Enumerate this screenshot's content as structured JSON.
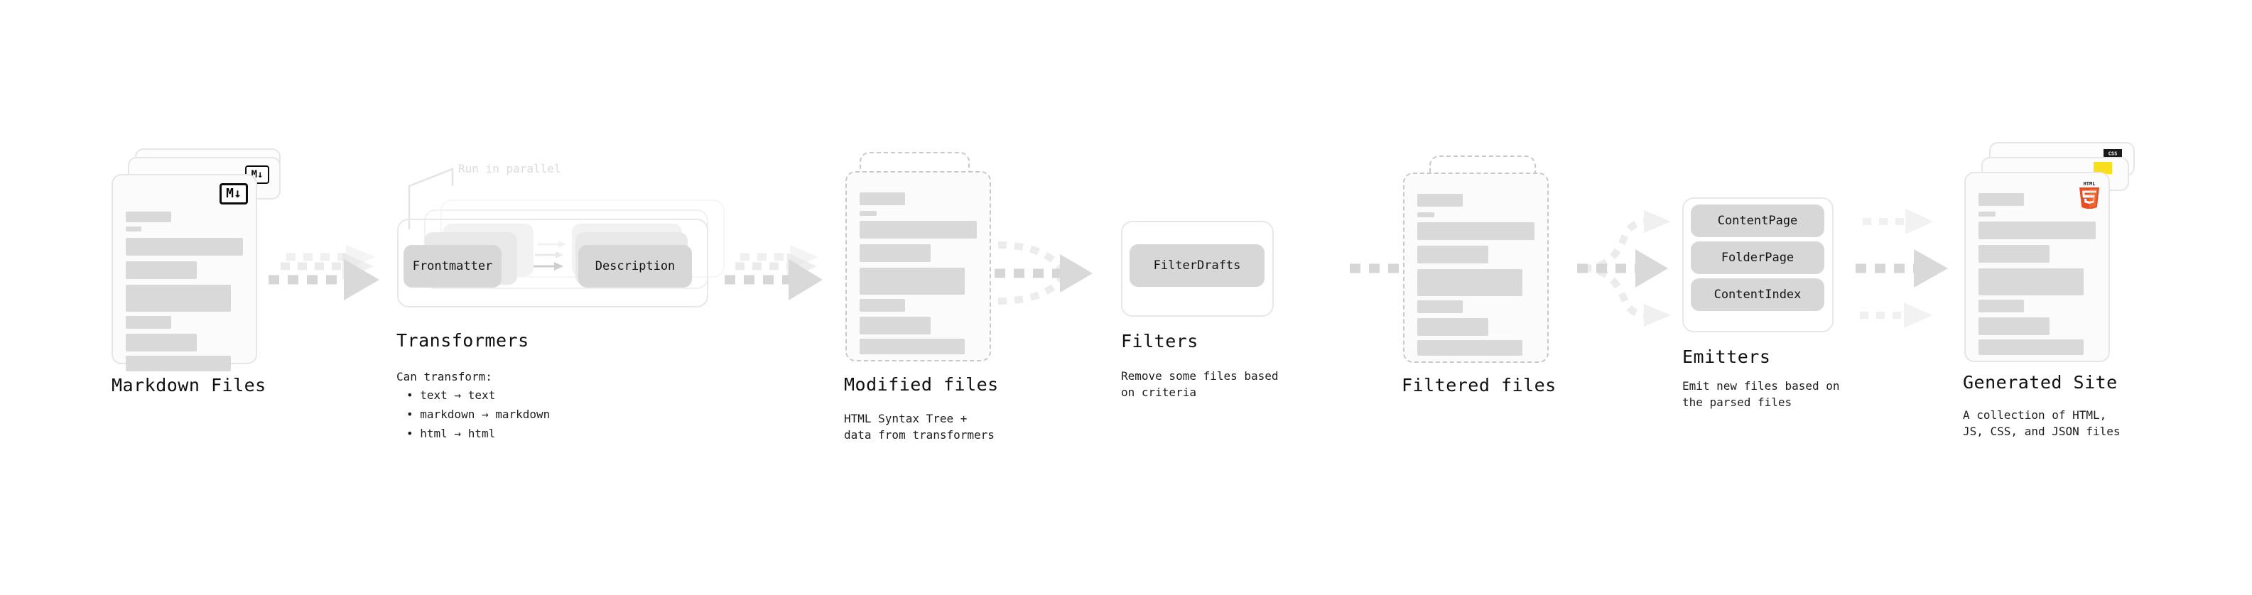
{
  "diagram": {
    "title_semantic": "quartz-build-pipeline",
    "background": "#ffffff",
    "accent_gray": "#d9d9d9",
    "arrow_color": "#d4d4d4",
    "stages": [
      {
        "key": "markdown_files",
        "title": "Markdown Files",
        "subtitle": "",
        "badge": "markdown-badge",
        "badge_text": "M",
        "badge_arrow": "↓"
      },
      {
        "key": "transformers",
        "title": "Transformers",
        "subtitle": "Can transform:",
        "note": "Run in parallel",
        "bullets": [
          "• text → text",
          "• markdown → markdown",
          "• html → html"
        ],
        "chips": [
          "Frontmatter",
          "Description"
        ]
      },
      {
        "key": "modified_files",
        "title": "Modified files",
        "subtitle": "HTML Syntax Tree +\ndata from transformers"
      },
      {
        "key": "filters",
        "title": "Filters",
        "subtitle": "Remove some files based\non criteria",
        "chips": [
          "FilterDrafts"
        ]
      },
      {
        "key": "filtered_files",
        "title": "Filtered files",
        "subtitle": ""
      },
      {
        "key": "emitters",
        "title": "Emitters",
        "subtitle": "Emit new files based on\nthe parsed files",
        "chips": [
          "ContentPage",
          "FolderPage",
          "ContentIndex"
        ]
      },
      {
        "key": "generated_site",
        "title": "Generated Site",
        "subtitle": "A collection of HTML,\nJS, CSS, and JSON files",
        "badges": [
          "css-badge",
          "js-badge",
          "html5-badge"
        ],
        "badge_texts": {
          "css": "CSS",
          "html": "HTML",
          "html_number": "5"
        }
      }
    ]
  },
  "icons": {
    "markdown": "markdown-icon",
    "html5": "html5-icon",
    "css3": "css3-icon",
    "javascript": "javascript-icon",
    "arrow_right": "arrow-right-icon"
  },
  "colors": {
    "html5_orange": "#e34f26",
    "html5_orange_light": "#ef652a",
    "css_blue": "#264de4",
    "js_yellow": "#f7df1e",
    "skeleton_gray": "#d9d9d9",
    "card_border": "#e6e6e6",
    "dashed_border": "#c9c9c9"
  }
}
